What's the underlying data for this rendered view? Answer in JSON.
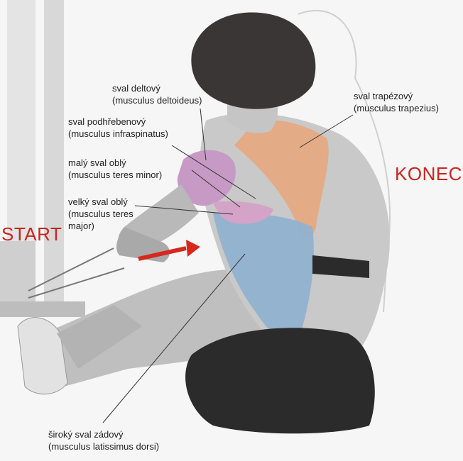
{
  "start_label": "START",
  "end_label": "KONEC",
  "labels": {
    "deltoid": [
      "sval deltový",
      "(musculus deltoideus)"
    ],
    "infraspinatus": [
      "sval podhřebenový",
      "(musculus infraspinatus)"
    ],
    "teres_minor": [
      "malý sval oblý",
      "(musculus teres minor)"
    ],
    "teres_major": [
      "velký sval oblý",
      "(musculus teres",
      "major)"
    ],
    "trapezius": [
      "sval trapézový",
      "(musculus trapezius)"
    ],
    "latissimus": [
      "široký sval zádový",
      "(musculus latissimus dorsi)"
    ]
  },
  "colors": {
    "accent": "#c8261e",
    "trapezius": "#e6a77e",
    "deltoid": "#c79ac6",
    "latissimus": "#8fb1cf",
    "skin": "#c9c9c9",
    "hair": "#3a3636",
    "shorts": "#2b2b2b"
  }
}
